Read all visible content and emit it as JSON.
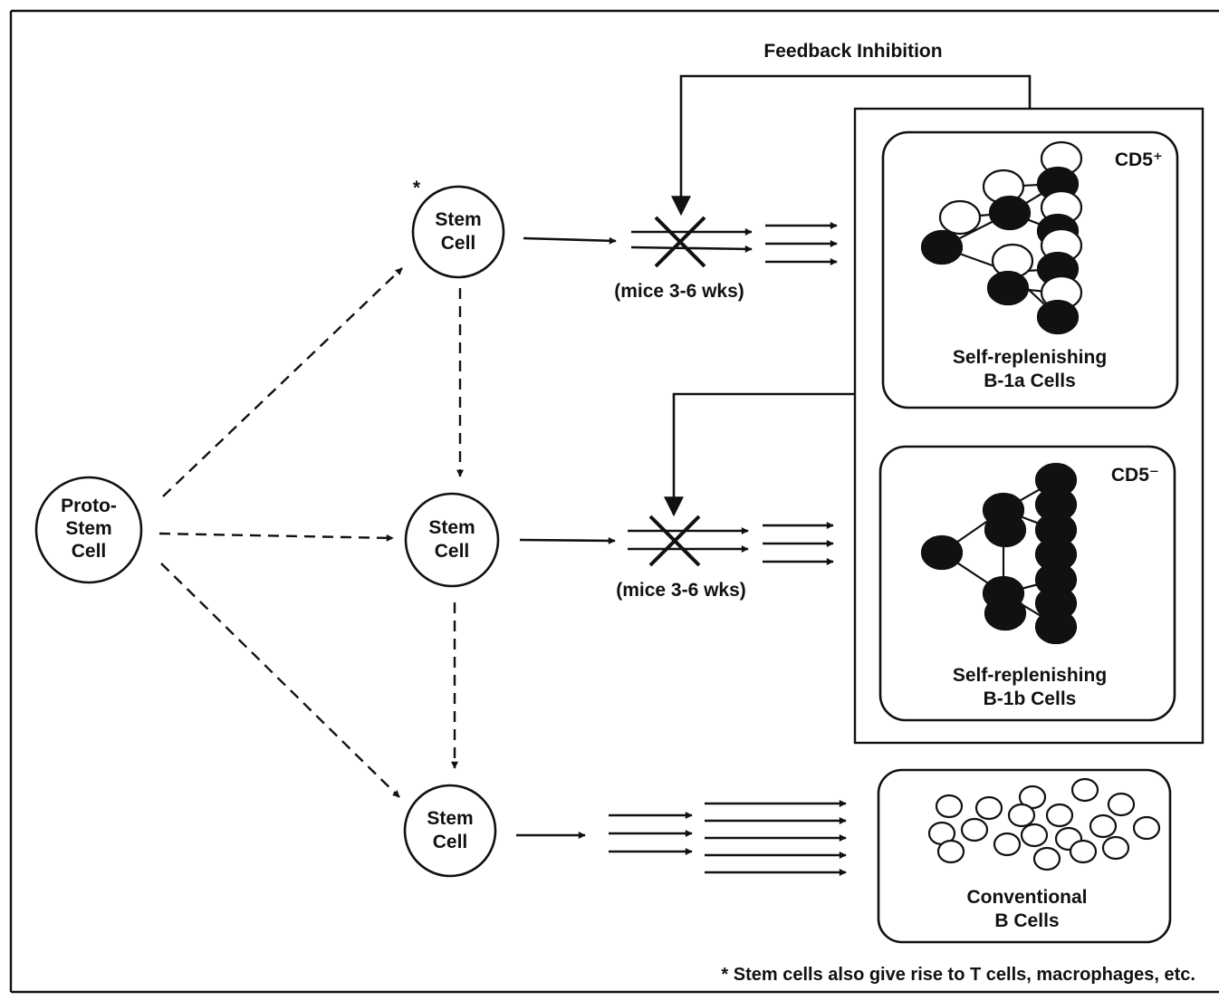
{
  "nodes": {
    "proto_stem_cell": [
      "Proto-",
      "Stem",
      "Cell"
    ],
    "stem_cell_top": [
      "Stem",
      "Cell"
    ],
    "stem_cell_middle": [
      "Stem",
      "Cell"
    ],
    "stem_cell_bottom": [
      "Stem",
      "Cell"
    ]
  },
  "feedback_label": "Feedback Inhibition",
  "age_label_top": "(mice 3-6 wks)",
  "age_label_middle": "(mice 3-6 wks)",
  "panels": {
    "b1a": {
      "marker": "CD5⁺",
      "label": [
        "Self-replenishing",
        "B-1a Cells"
      ]
    },
    "b1b": {
      "marker": "CD5⁻",
      "label": [
        "Self-replenishing",
        "B-1b Cells"
      ]
    },
    "conventional": {
      "label": [
        "Conventional",
        "B Cells"
      ]
    }
  },
  "asterisk": "*",
  "footnote": "* Stem cells also give rise to T cells, macrophages, etc."
}
